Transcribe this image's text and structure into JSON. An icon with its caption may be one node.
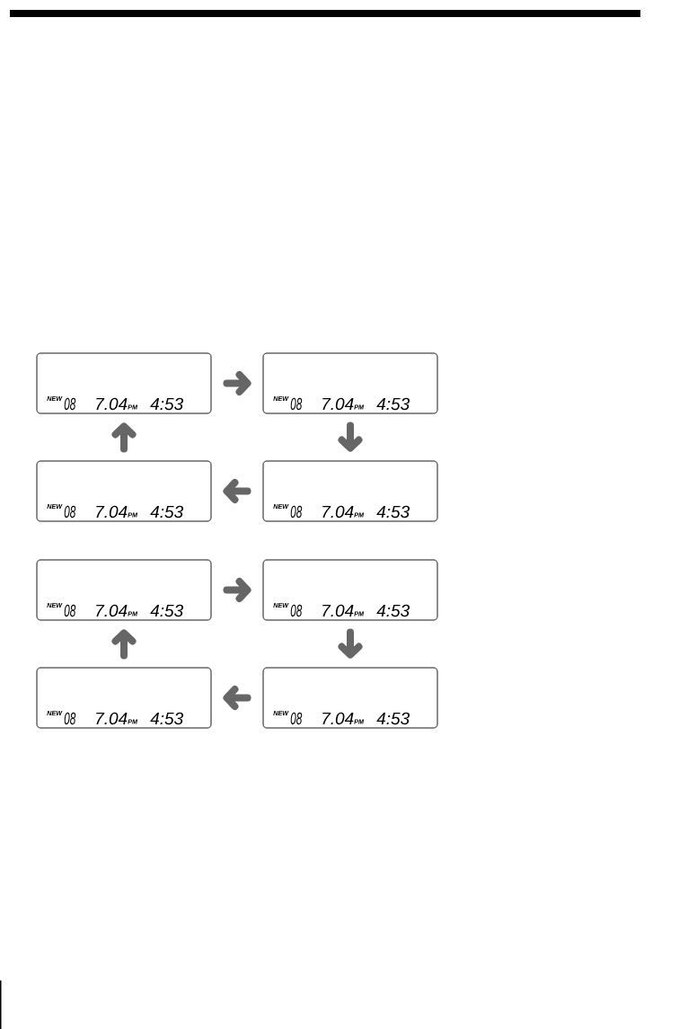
{
  "diagram": {
    "nodes": [
      {
        "text": [
          "NEW",
          "08",
          "7.04",
          "PM",
          "4:53"
        ]
      },
      {
        "text": [
          "NEW",
          "08",
          "7.04",
          "PM",
          "4:53"
        ]
      },
      {
        "text": [
          "NEW",
          "08",
          "7.04",
          "PM",
          "4:53"
        ]
      },
      {
        "text": [
          "NEW",
          "08",
          "7.04",
          "PM",
          "4:53"
        ]
      },
      {
        "text": [
          "NEW",
          "08",
          "7.04",
          "PM",
          "4:53"
        ]
      },
      {
        "text": [
          "NEW",
          "08",
          "7.04",
          "PM",
          "4:53"
        ]
      },
      {
        "text": [
          "NEW",
          "08",
          "7.04",
          "PM",
          "4:53"
        ]
      },
      {
        "text": [
          "NEW",
          "08",
          "7.04",
          "PM",
          "4:53"
        ]
      }
    ],
    "edges": [
      {
        "from": 0,
        "to": 1,
        "arrow": "to"
      },
      {
        "from": 2,
        "to": 0,
        "arrow": "to"
      },
      {
        "from": 1,
        "to": 3,
        "arrow": "to"
      },
      {
        "from": 3,
        "to": 2,
        "arrow": "to"
      },
      {
        "from": 4,
        "to": 5,
        "arrow": "to"
      },
      {
        "from": 6,
        "to": 4,
        "arrow": "to"
      },
      {
        "from": 5,
        "to": 7,
        "arrow": "to"
      },
      {
        "from": 7,
        "to": 6,
        "arrow": "to"
      }
    ]
  }
}
